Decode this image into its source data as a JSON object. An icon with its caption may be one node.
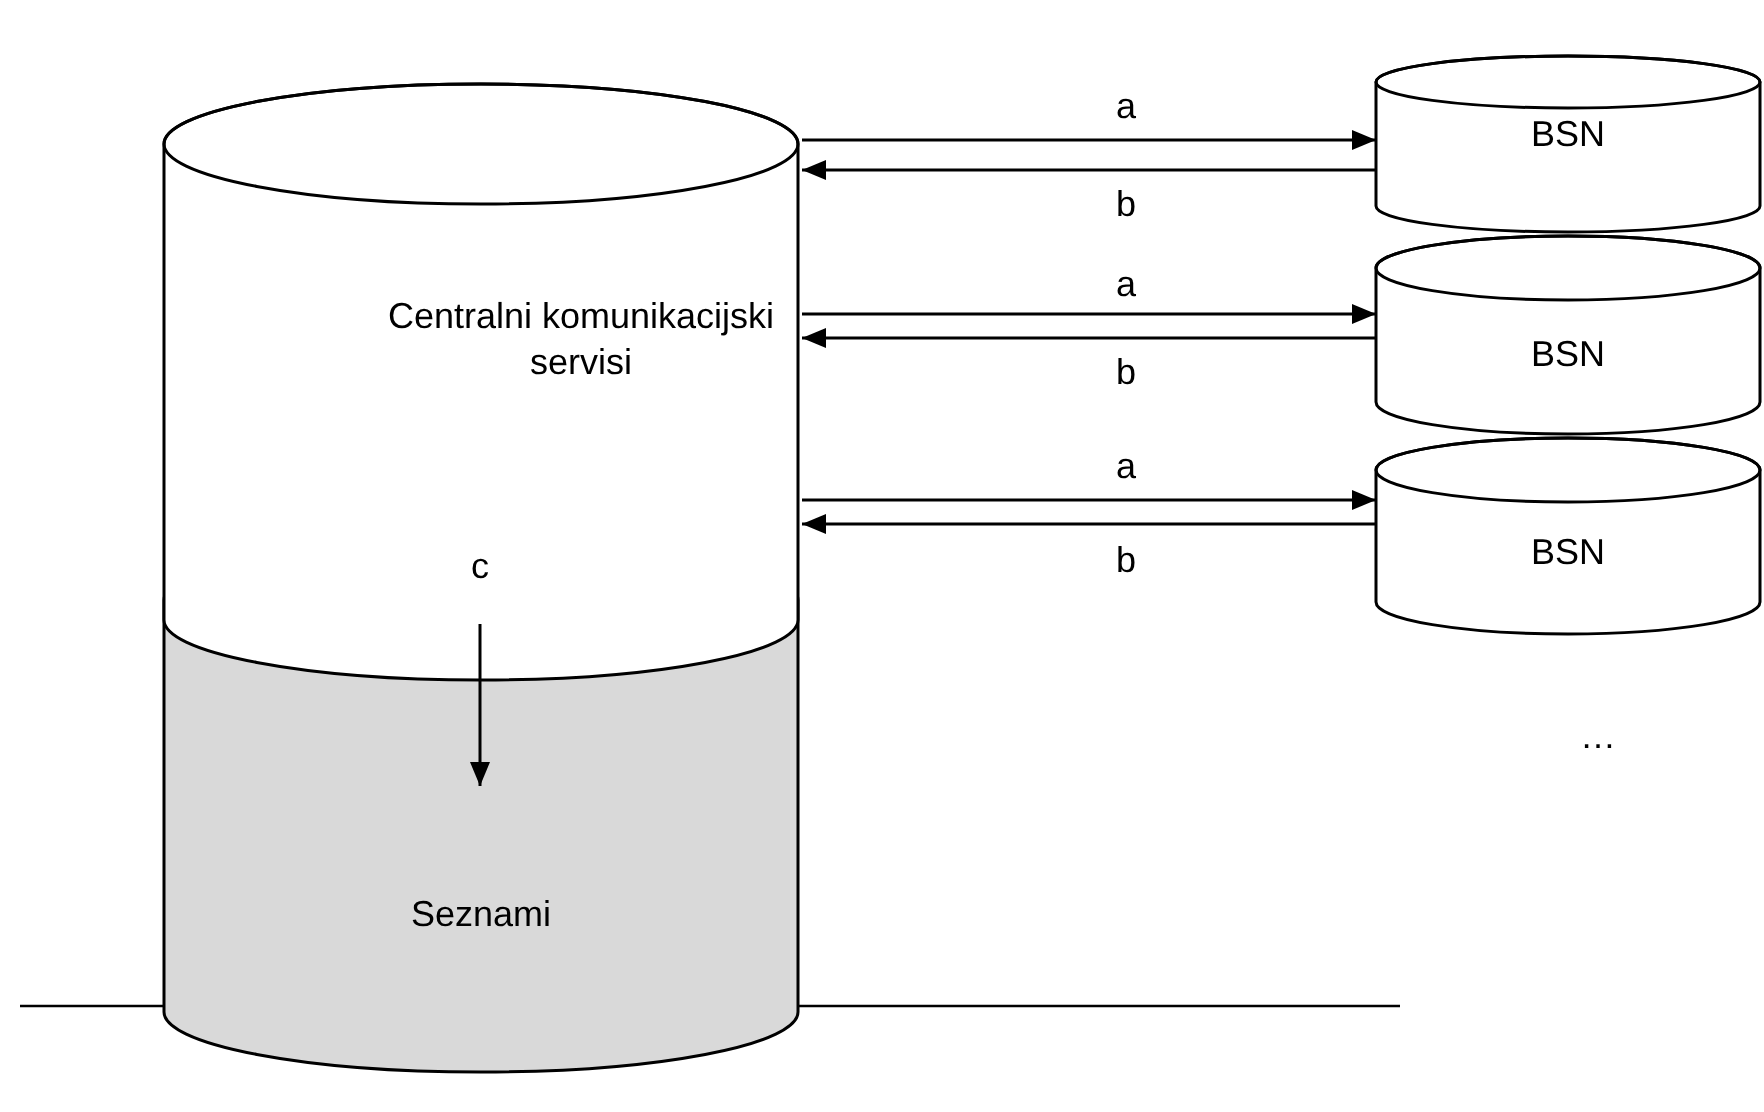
{
  "diagram": {
    "nodes": [
      {
        "text": [
          "Centralni komunikacijski servisi"
        ]
      },
      {
        "text": [
          "Seznami"
        ]
      },
      {
        "text": [
          "BSN"
        ]
      },
      {
        "text": [
          "BSN"
        ]
      },
      {
        "text": [
          "BSN"
        ]
      }
    ],
    "edges": [
      {
        "from": 0,
        "to": 2,
        "arrow": "to",
        "label": "a"
      },
      {
        "from": 2,
        "to": 0,
        "arrow": "to",
        "label": "b"
      },
      {
        "from": 0,
        "to": 3,
        "arrow": "to",
        "label": "a"
      },
      {
        "from": 3,
        "to": 0,
        "arrow": "to",
        "label": "b"
      },
      {
        "from": 0,
        "to": 4,
        "arrow": "to",
        "label": "a"
      },
      {
        "from": 4,
        "to": 0,
        "arrow": "to",
        "label": "b"
      },
      {
        "from": 0,
        "to": 1,
        "arrow": "to",
        "label": "c"
      }
    ],
    "labels": [
      "…"
    ]
  }
}
